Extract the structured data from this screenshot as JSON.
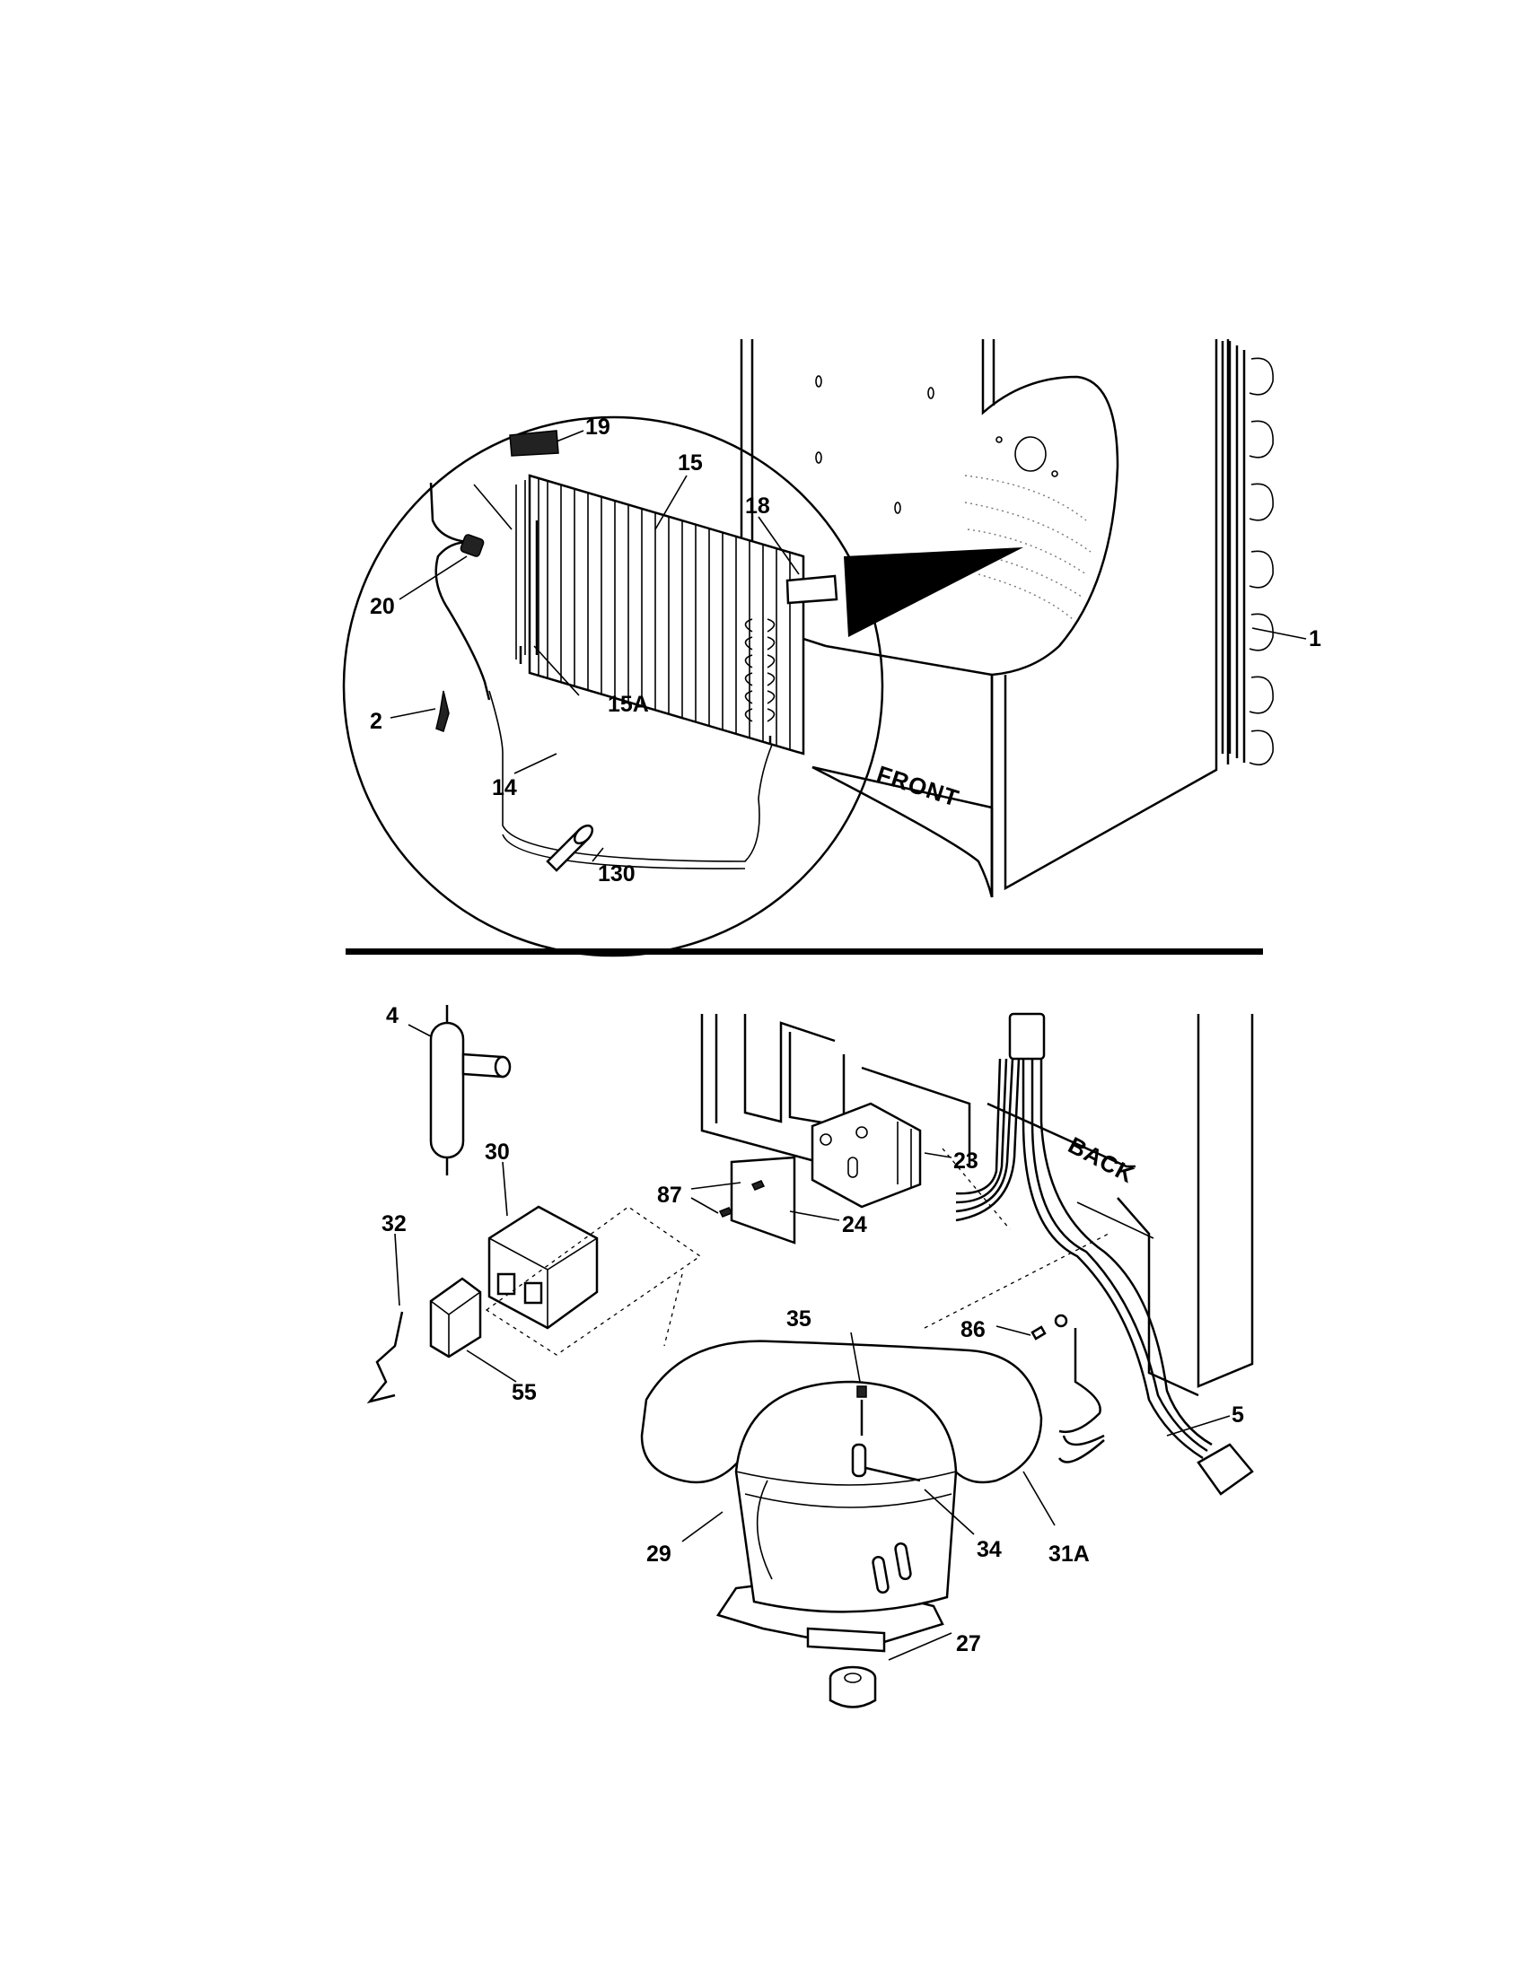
{
  "top_section": {
    "orientation_label": "FRONT",
    "callouts": {
      "c19": "19",
      "c15": "15",
      "c18": "18",
      "c20": "20",
      "c15a": "15A",
      "c2": "2",
      "c14": "14",
      "c130": "130",
      "c1": "1"
    }
  },
  "bottom_section": {
    "orientation_label": "BACK",
    "callouts": {
      "c4": "4",
      "c30": "30",
      "c32": "32",
      "c55": "55",
      "c87": "87",
      "c24": "24",
      "c23": "23",
      "c35": "35",
      "c86": "86",
      "c5": "5",
      "c29": "29",
      "c34": "34",
      "c31a": "31A",
      "c27": "27"
    }
  }
}
